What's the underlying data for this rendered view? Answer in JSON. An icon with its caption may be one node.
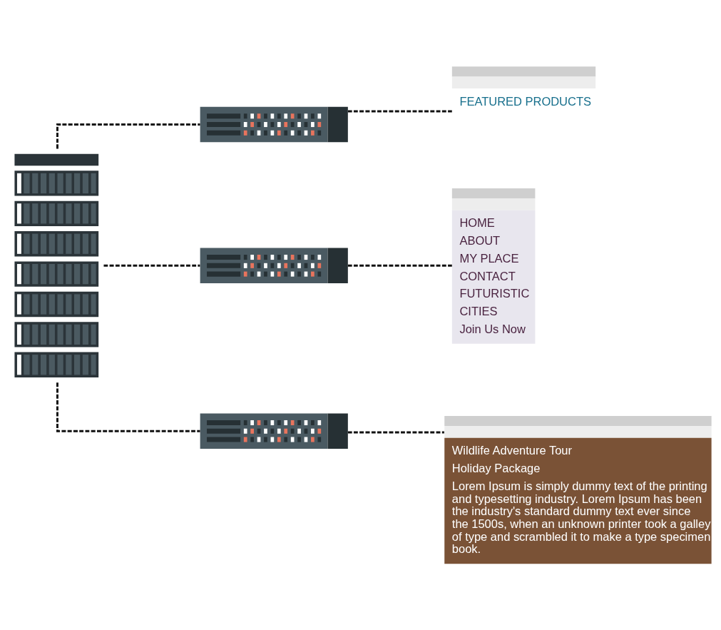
{
  "diagram": {
    "nodes": [
      {
        "text": [],
        "shape": "picture"
      },
      {
        "text": [],
        "shape": "picture"
      },
      {
        "text": [],
        "shape": "picture"
      },
      {
        "text": [],
        "shape": "picture"
      },
      {
        "text": [
          "FEATURED PRODUCTS"
        ]
      },
      {
        "text": [
          "HOME",
          "ABOUT",
          "MY PLACE",
          "CONTACT",
          "FUTURISTIC",
          "CITIES",
          "Join Us Now"
        ]
      },
      {
        "text": [
          "Wildlife Adventure Tour",
          "Holiday Package",
          "Lorem Ipsum is simply dummy text of the printing and typesetting industry. Lorem Ipsum has been the industry's standard dummy text ever since the 1500s, when an unknown printer took a galley of type and scrambled it to make a type specimen book."
        ]
      }
    ],
    "edges": [
      {
        "from": 0,
        "to": 1,
        "arrow": "none",
        "style": "dashed"
      },
      {
        "from": 0,
        "to": 2,
        "arrow": "none",
        "style": "dashed"
      },
      {
        "from": 0,
        "to": 3,
        "arrow": "none",
        "style": "dashed"
      },
      {
        "from": 1,
        "to": 4,
        "arrow": "none",
        "style": "dashed"
      },
      {
        "from": 2,
        "to": 5,
        "arrow": "none",
        "style": "dashed"
      },
      {
        "from": 3,
        "to": 6,
        "arrow": "none",
        "style": "dashed"
      }
    ]
  }
}
